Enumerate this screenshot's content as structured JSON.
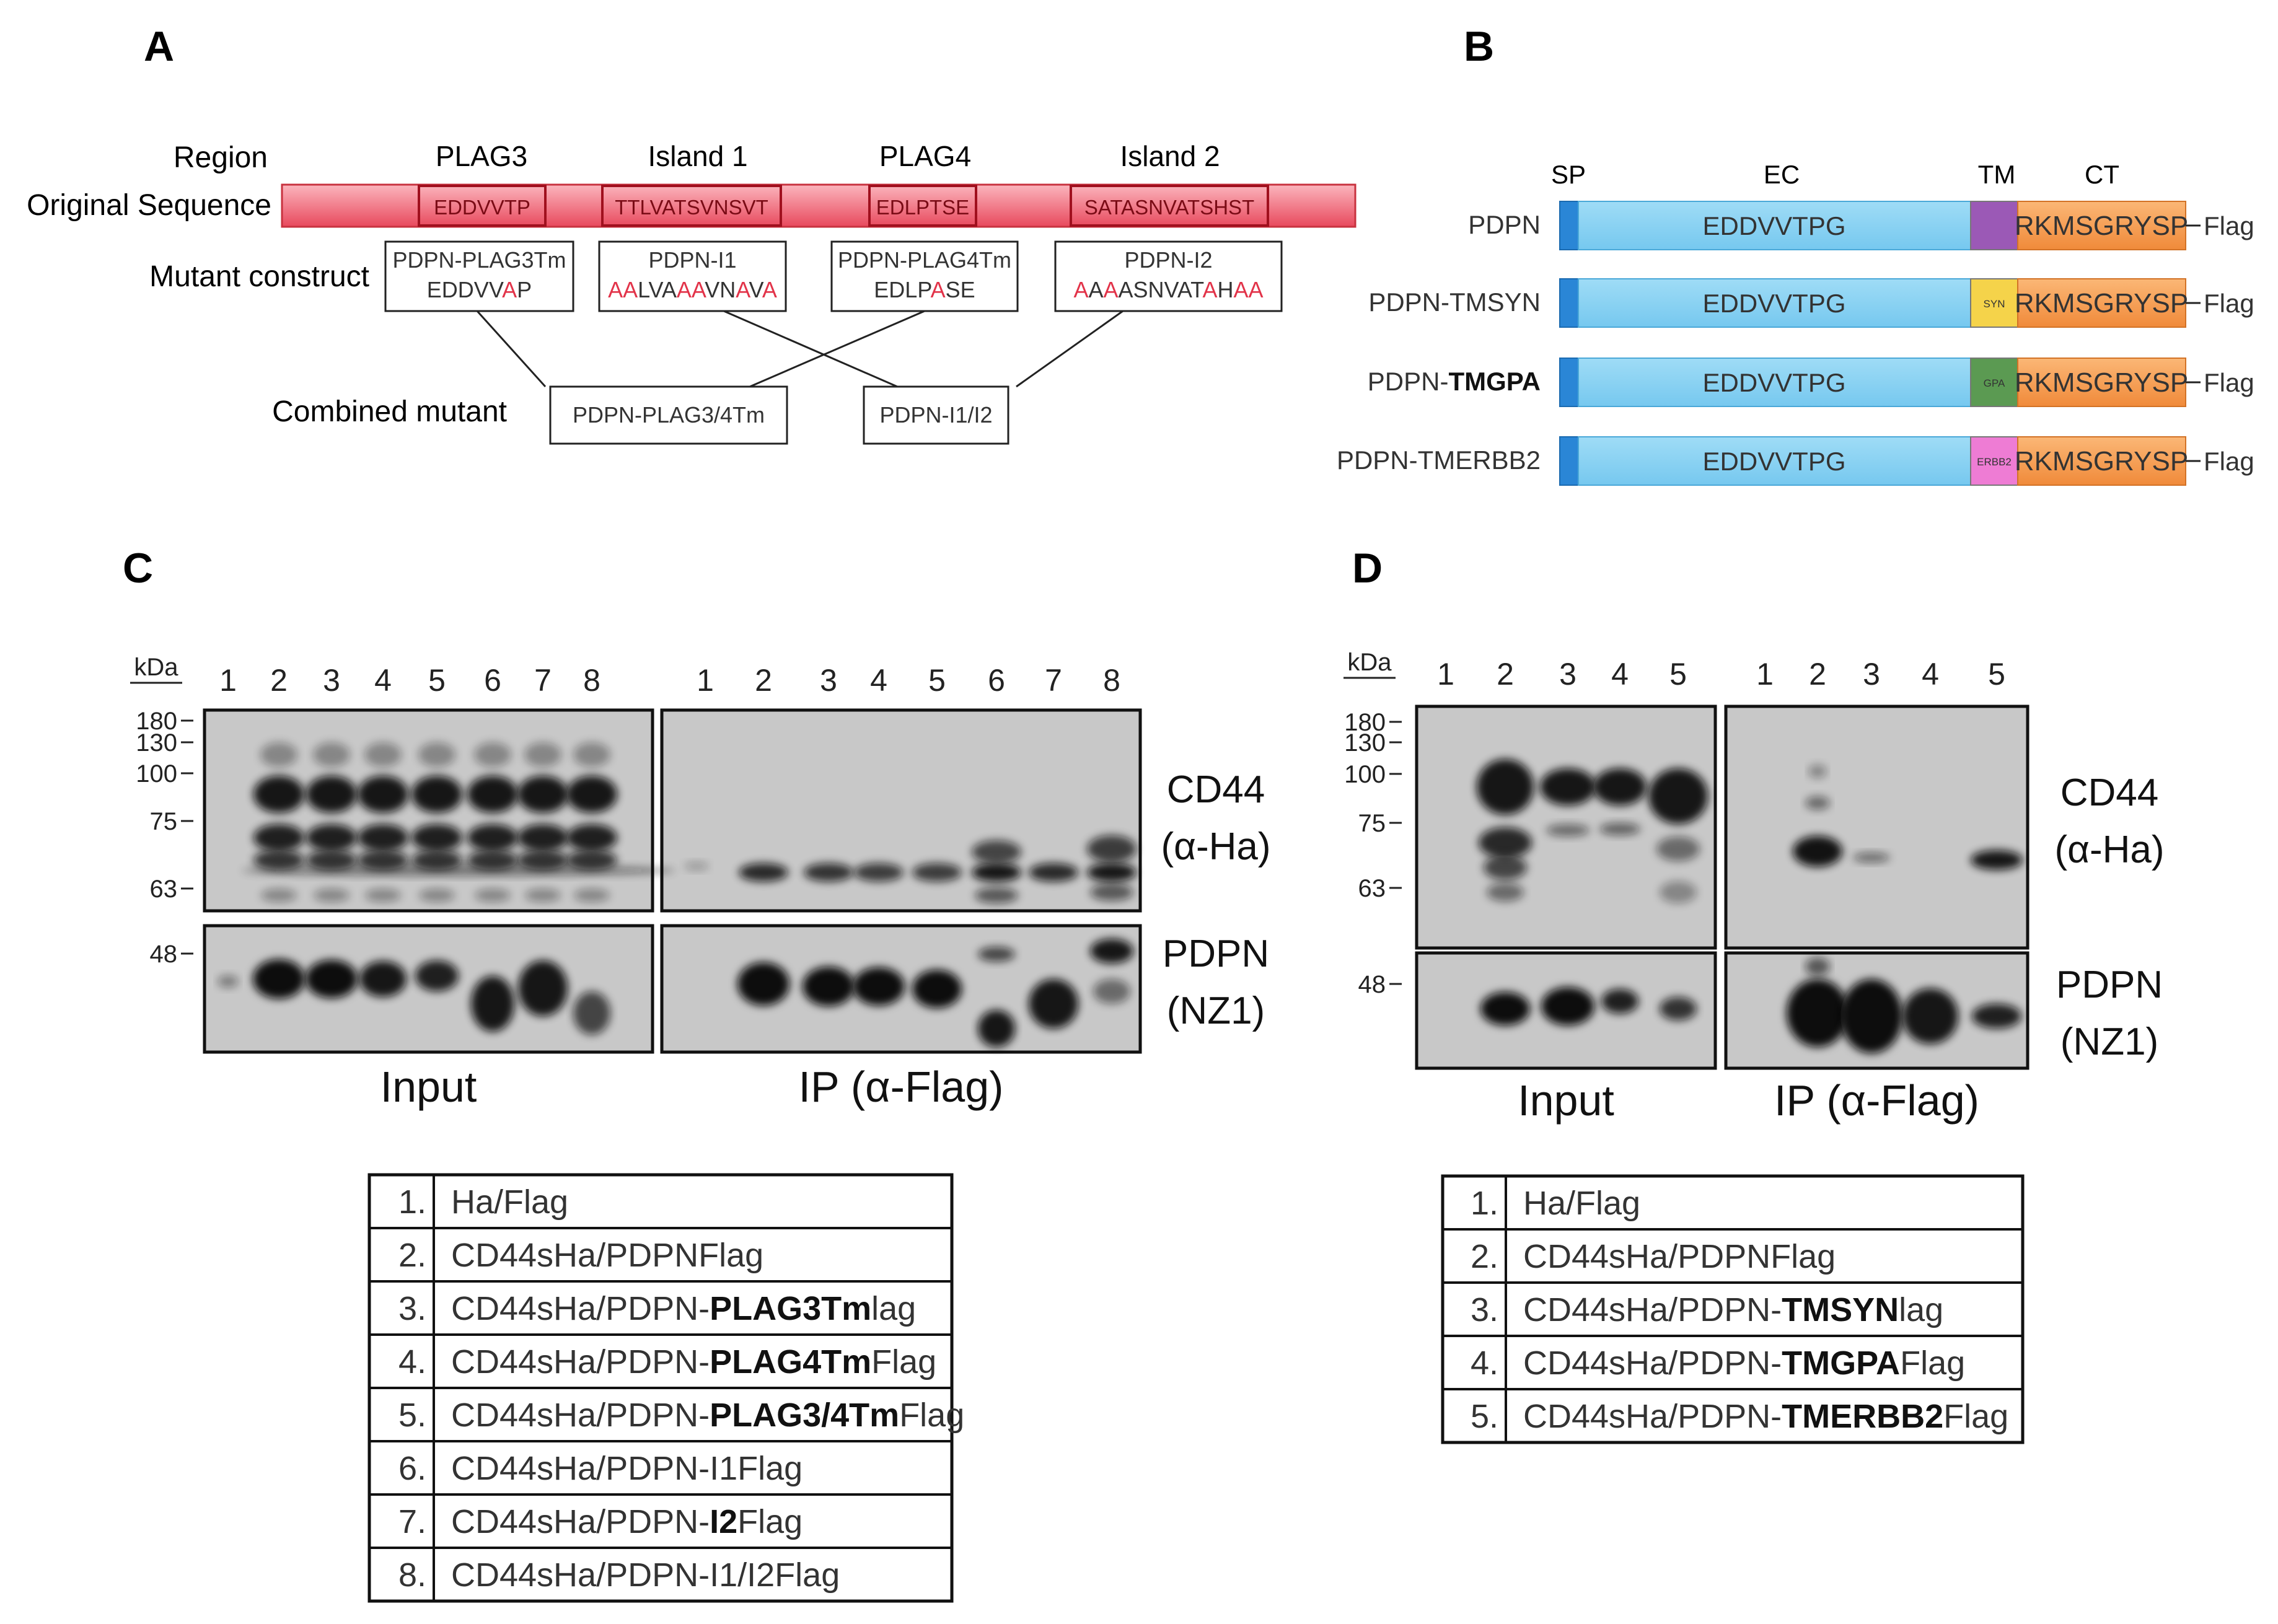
{
  "panels": {
    "A": "A",
    "B": "B",
    "C": "C",
    "D": "D"
  },
  "panelA": {
    "row_labels": {
      "region": "Region",
      "original": "Original Sequence",
      "mutant": "Mutant construct",
      "combined": "Combined mutant"
    },
    "regions": [
      "PLAG3",
      "Island 1",
      "PLAG4",
      "Island 2"
    ],
    "original_segments": [
      "EDDVVTP",
      "TTLVATSVNSVT",
      "EDLPTSE",
      "SATASNVATSHST"
    ],
    "mutants": [
      {
        "name": "PDPN-PLAG3Tm",
        "seq": [
          [
            "EDDVV",
            0
          ],
          [
            "A",
            1
          ],
          [
            "P",
            0
          ]
        ]
      },
      {
        "name": "PDPN-I1",
        "seq": [
          [
            "AA",
            1
          ],
          [
            "LVA",
            0
          ],
          [
            "AA",
            1
          ],
          [
            "VN",
            0
          ],
          [
            "A",
            1
          ],
          [
            "V",
            0
          ],
          [
            "A",
            1
          ]
        ]
      },
      {
        "name": "PDPN-PLAG4Tm",
        "seq": [
          [
            "EDLP",
            0
          ],
          [
            "A",
            1
          ],
          [
            "SE",
            0
          ]
        ]
      },
      {
        "name": "PDPN-I2",
        "seq": [
          [
            "A",
            1
          ],
          [
            "A",
            0
          ],
          [
            "A",
            1
          ],
          [
            "ASNVAT",
            0
          ],
          [
            "A",
            1
          ],
          [
            "H",
            0
          ],
          [
            "AA",
            1
          ]
        ]
      }
    ],
    "combined": [
      "PDPN-PLAG3/4Tm",
      "PDPN-I1/I2"
    ]
  },
  "panelB": {
    "domains": [
      "SP",
      "EC",
      "TM",
      "CT"
    ],
    "ec_seq": "EDDVVTPG",
    "ct_seq": "RKMSGRYSP",
    "flag": "Flag",
    "constructs": [
      {
        "prefix": "PDPN",
        "bold": "",
        "tm": "",
        "tm_color": "#9b59b6"
      },
      {
        "prefix": "PDPN-TMSYN",
        "bold": "",
        "tm": "SYN",
        "tm_color": "#f5d34a"
      },
      {
        "prefix": "PDPN-",
        "bold": "TMGPA",
        "tm": "GPA",
        "tm_color": "#5b9a52"
      },
      {
        "prefix": "PDPN-TMERBB2",
        "bold": "",
        "tm": "ERBB2",
        "tm_color": "#ee7cd4"
      }
    ]
  },
  "panelC": {
    "kda": "kDa",
    "markers": [
      "180",
      "130",
      "100",
      "75",
      "63",
      "48"
    ],
    "input_lanes": [
      "1",
      "2",
      "3",
      "4",
      "5",
      "6",
      "7",
      "8"
    ],
    "ip_lanes": [
      "1",
      "2",
      "3",
      "4",
      "5",
      "6",
      "7",
      "8"
    ],
    "top_label": [
      "CD44",
      "(α-Ha)"
    ],
    "bottom_label": [
      "PDPN",
      "(NZ1)"
    ],
    "input_caption": "Input",
    "ip_caption": "IP (α-Flag)",
    "table": [
      {
        "n": "1.",
        "parts": [
          [
            "Ha/Flag",
            0
          ]
        ]
      },
      {
        "n": "2.",
        "parts": [
          [
            "CD44sHa/PDPNFlag",
            0
          ]
        ]
      },
      {
        "n": "3.",
        "parts": [
          [
            "CD44sHa/PDPN-",
            0
          ],
          [
            "PLAG3Tm",
            1
          ],
          [
            "lag",
            0
          ]
        ]
      },
      {
        "n": "4.",
        "parts": [
          [
            "CD44sHa/PDPN-",
            0
          ],
          [
            "PLAG4Tm",
            1
          ],
          [
            "Flag",
            0
          ]
        ]
      },
      {
        "n": "5.",
        "parts": [
          [
            "CD44sHa/PDPN-",
            0
          ],
          [
            "PLAG3/4Tm",
            1
          ],
          [
            "Flag",
            0
          ]
        ]
      },
      {
        "n": "6.",
        "parts": [
          [
            "CD44sHa/PDPN-I1Flag",
            0
          ]
        ]
      },
      {
        "n": "7.",
        "parts": [
          [
            "CD44sHa/PDPN-",
            0
          ],
          [
            "I2",
            1
          ],
          [
            "Flag",
            0
          ]
        ]
      },
      {
        "n": "8.",
        "parts": [
          [
            "CD44sHa/PDPN-I1/I2Flag",
            0
          ]
        ]
      }
    ]
  },
  "panelD": {
    "kda": "kDa",
    "markers": [
      "180",
      "130",
      "100",
      "75",
      "63",
      "48"
    ],
    "input_lanes": [
      "1",
      "2",
      "3",
      "4",
      "5"
    ],
    "ip_lanes": [
      "1",
      "2",
      "3",
      "4",
      "5"
    ],
    "top_label": [
      "CD44",
      "(α-Ha)"
    ],
    "bottom_label": [
      "PDPN",
      "(NZ1)"
    ],
    "input_caption": "Input",
    "ip_caption": "IP (α-Flag)",
    "table": [
      {
        "n": "1.",
        "parts": [
          [
            "Ha/Flag",
            0
          ]
        ]
      },
      {
        "n": "2.",
        "parts": [
          [
            "CD44sHa/PDPNFlag",
            0
          ]
        ]
      },
      {
        "n": "3.",
        "parts": [
          [
            "CD44sHa/PDPN-",
            0
          ],
          [
            "TMSYN",
            1
          ],
          [
            "lag",
            0
          ]
        ]
      },
      {
        "n": "4.",
        "parts": [
          [
            "CD44sHa/PDPN-",
            0
          ],
          [
            "TMGPA",
            1
          ],
          [
            "Flag",
            0
          ]
        ]
      },
      {
        "n": "5.",
        "parts": [
          [
            "CD44sHa/PDPN-",
            0
          ],
          [
            "TMERBB2",
            1
          ],
          [
            "Flag",
            0
          ]
        ]
      }
    ]
  }
}
